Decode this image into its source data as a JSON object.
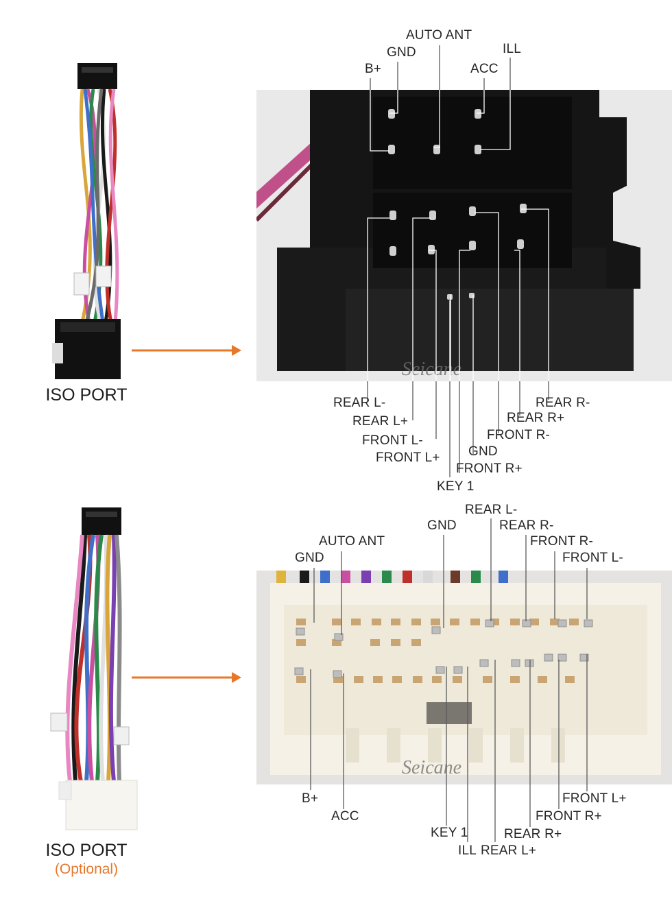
{
  "top_section": {
    "port_caption": "ISO PORT",
    "arrow_color": "#e8772a",
    "watermark": "Seicane",
    "pin_labels": {
      "auto_ant": "AUTO ANT",
      "gnd": "GND",
      "ill": "ILL",
      "b_plus": "B+",
      "acc": "ACC",
      "rear_l_minus": "REAR L-",
      "rear_l_plus": "REAR L+",
      "front_l_minus": "FRONT L-",
      "front_l_plus": "FRONT L+",
      "key1": "KEY 1",
      "gnd2": "GND",
      "front_r_plus": "FRONT R+",
      "front_r_minus": "FRONT R-",
      "rear_r_plus": "REAR R+",
      "rear_r_minus": "REAR R-"
    }
  },
  "bottom_section": {
    "port_caption": "ISO PORT",
    "optional_label": "(Optional)",
    "arrow_color": "#e8772a",
    "watermark": "Seicane",
    "pin_labels": {
      "gnd_left": "GND",
      "auto_ant": "AUTO ANT",
      "gnd_mid": "GND",
      "rear_l_minus": "REAR L-",
      "rear_r_minus": "REAR R-",
      "front_r_minus": "FRONT R-",
      "front_l_minus": "FRONT L-",
      "b_plus": "B+",
      "acc": "ACC",
      "key1": "KEY 1",
      "ill": "ILL",
      "rear_l_plus": "REAR L+",
      "rear_r_plus": "REAR R+",
      "front_r_plus": "FRONT R+",
      "front_l_plus": "FRONT L+"
    }
  }
}
